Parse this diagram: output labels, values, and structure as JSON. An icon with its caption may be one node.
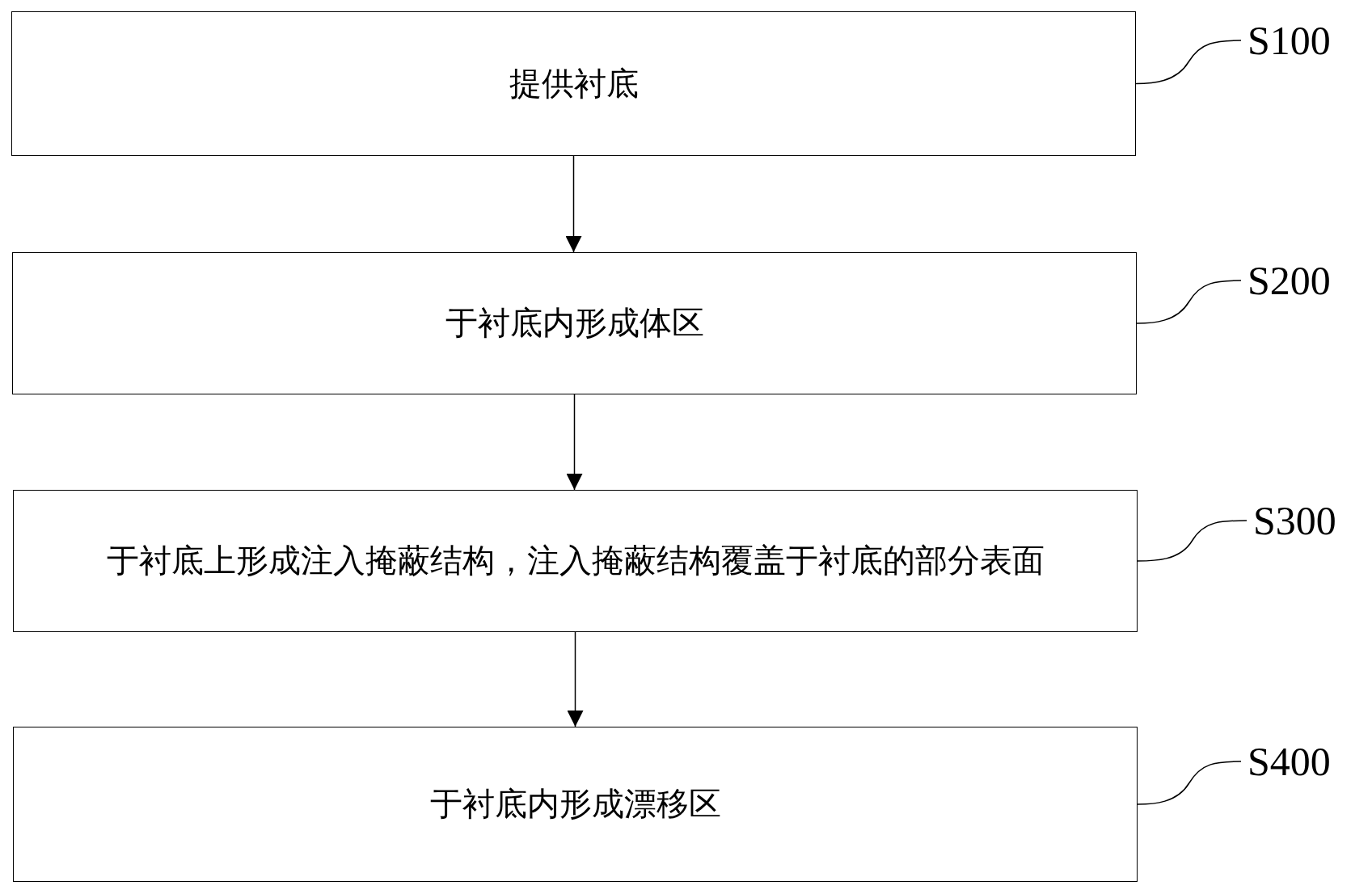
{
  "diagram": {
    "nodes": [
      {
        "text": [
          "提供衬底"
        ]
      },
      {
        "text": [
          "于衬底内形成体区"
        ]
      },
      {
        "text": [
          "于衬底上形成注入掩蔽结构，注入掩蔽结构覆盖于衬底的部分表面"
        ]
      },
      {
        "text": [
          "于衬底内形成漂移区"
        ]
      },
      {
        "text": [
          "S100"
        ]
      },
      {
        "text": [
          "S200"
        ]
      },
      {
        "text": [
          "S300"
        ]
      },
      {
        "text": [
          "S400"
        ]
      }
    ],
    "edges": [
      {
        "from": 0,
        "to": 1,
        "arrow": "to"
      },
      {
        "from": 1,
        "to": 2,
        "arrow": "to"
      },
      {
        "from": 2,
        "to": 3,
        "arrow": "to"
      },
      {
        "from": 4,
        "to": 0,
        "arrow": "none"
      },
      {
        "from": 5,
        "to": 1,
        "arrow": "none"
      },
      {
        "from": 6,
        "to": 2,
        "arrow": "none"
      },
      {
        "from": 7,
        "to": 3,
        "arrow": "none"
      }
    ]
  }
}
